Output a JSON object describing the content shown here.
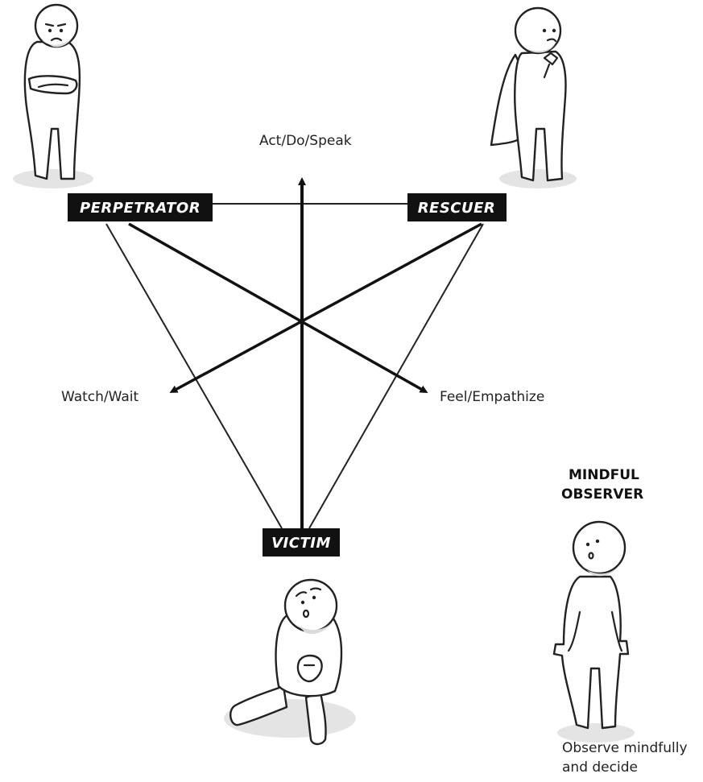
{
  "diagram": {
    "roles": {
      "perpetrator": "PERPETRATOR",
      "rescuer": "RESCUER",
      "victim": "VICTIM"
    },
    "axes": {
      "up": "Act/Do/Speak",
      "left": "Watch/Wait",
      "right": "Feel/Empathize"
    },
    "observer": {
      "title_line1": "MINDFUL",
      "title_line2": "OBSERVER",
      "note_line1": "Observe mindfully",
      "note_line2": "and decide"
    }
  },
  "colors": {
    "ink": "#222222",
    "label_bg": "#111111",
    "label_text": "#ffffff",
    "shadow": "#e4e4e4"
  }
}
